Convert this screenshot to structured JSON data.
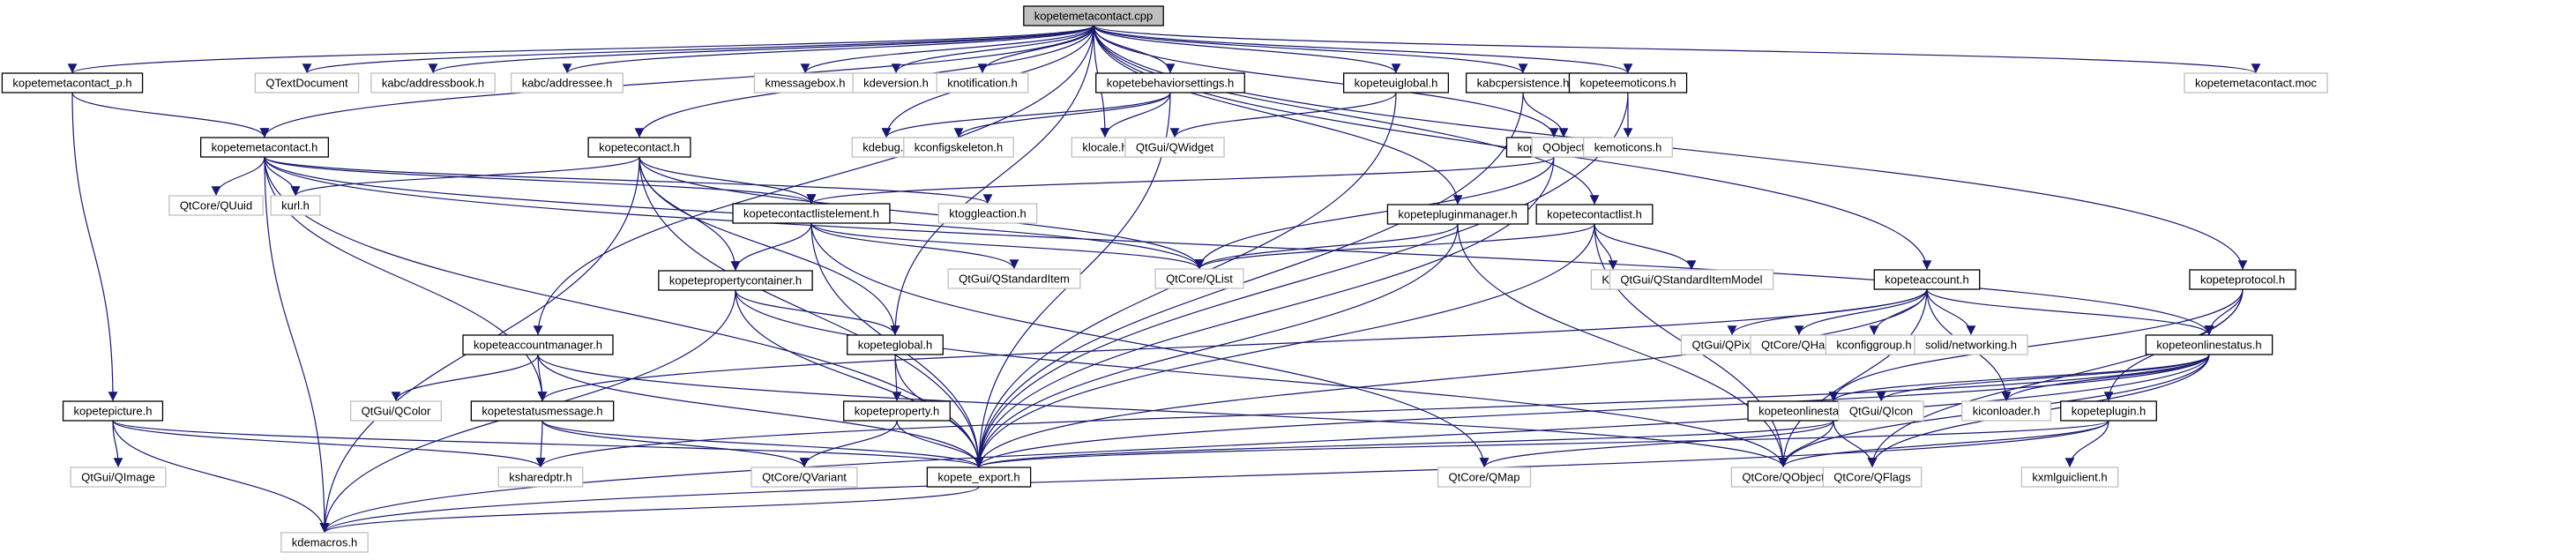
{
  "title": "kopetemetacontact.cpp include dependency graph",
  "colors": {
    "edge": "#191970",
    "root_fill": "#bfbfbf",
    "root_border": "#000000",
    "documented_border": "#000000",
    "external_border": "#bfbfbf",
    "node_fill": "#ffffff"
  },
  "nodes": [
    {
      "id": "root",
      "label": "kopetemetacontact.cpp",
      "kind": "root"
    },
    {
      "id": "mcp",
      "label": "kopetemetacontact_p.h",
      "kind": "doc"
    },
    {
      "id": "qtextdoc",
      "label": "QTextDocument",
      "kind": "ext"
    },
    {
      "id": "addressbook",
      "label": "kabc/addressbook.h",
      "kind": "ext"
    },
    {
      "id": "addressee",
      "label": "kabc/addressee.h",
      "kind": "ext"
    },
    {
      "id": "kmessagebox",
      "label": "kmessagebox.h",
      "kind": "ext"
    },
    {
      "id": "kdeversion",
      "label": "kdeversion.h",
      "kind": "ext"
    },
    {
      "id": "knotification",
      "label": "knotification.h",
      "kind": "ext"
    },
    {
      "id": "behavior",
      "label": "kopetebehaviorsettings.h",
      "kind": "doc"
    },
    {
      "id": "uiglobal",
      "label": "kopeteuiglobal.h",
      "kind": "doc"
    },
    {
      "id": "kabcpers",
      "label": "kabcpersistence.h",
      "kind": "doc"
    },
    {
      "id": "emoticons",
      "label": "kopeteemoticons.h",
      "kind": "doc"
    },
    {
      "id": "moc",
      "label": "kopetemetacontact.moc",
      "kind": "ext"
    },
    {
      "id": "mch",
      "label": "kopetemetacontact.h",
      "kind": "doc"
    },
    {
      "id": "contact",
      "label": "kopetecontact.h",
      "kind": "doc"
    },
    {
      "id": "kdebug",
      "label": "kdebug.h",
      "kind": "ext"
    },
    {
      "id": "kconfigskel",
      "label": "kconfigskeleton.h",
      "kind": "ext"
    },
    {
      "id": "klocale",
      "label": "klocale.h",
      "kind": "ext"
    },
    {
      "id": "qwidget",
      "label": "QtGui/QWidget",
      "kind": "ext"
    },
    {
      "id": "group",
      "label": "kopetegroup.h",
      "kind": "doc"
    },
    {
      "id": "qobjectplain",
      "label": "QObject",
      "kind": "ext"
    },
    {
      "id": "kemoticons",
      "label": "kemoticons.h",
      "kind": "ext"
    },
    {
      "id": "quuid",
      "label": "QtCore/QUuid",
      "kind": "ext"
    },
    {
      "id": "kurl",
      "label": "kurl.h",
      "kind": "ext"
    },
    {
      "id": "cle",
      "label": "kopetecontactlistelement.h",
      "kind": "doc"
    },
    {
      "id": "ktoggle",
      "label": "ktoggleaction.h",
      "kind": "ext"
    },
    {
      "id": "pluginmgr",
      "label": "kopetepluginmanager.h",
      "kind": "doc"
    },
    {
      "id": "contactlist",
      "label": "kopetecontactlist.h",
      "kind": "doc"
    },
    {
      "id": "propcont",
      "label": "kopetepropertycontainer.h",
      "kind": "doc"
    },
    {
      "id": "qstditem",
      "label": "QtGui/QStandardItem",
      "kind": "ext"
    },
    {
      "id": "qlist",
      "label": "QtCore/QList",
      "kind": "ext"
    },
    {
      "id": "kurlU",
      "label": "KUrl",
      "kind": "ext"
    },
    {
      "id": "qstdmodel",
      "label": "QtGui/QStandardItemModel",
      "kind": "ext"
    },
    {
      "id": "account",
      "label": "kopeteaccount.h",
      "kind": "doc"
    },
    {
      "id": "protocol",
      "label": "kopeteprotocol.h",
      "kind": "doc"
    },
    {
      "id": "accmgr",
      "label": "kopeteaccountmanager.h",
      "kind": "doc"
    },
    {
      "id": "kglobal",
      "label": "kopeteglobal.h",
      "kind": "doc"
    },
    {
      "id": "qpixmap",
      "label": "QtGui/QPixmap",
      "kind": "ext"
    },
    {
      "id": "qhash",
      "label": "QtCore/QHash",
      "kind": "ext"
    },
    {
      "id": "kconfiggroup",
      "label": "kconfiggroup.h",
      "kind": "ext"
    },
    {
      "id": "solid",
      "label": "solid/networking.h",
      "kind": "ext"
    },
    {
      "id": "onlinestatus",
      "label": "kopeteonlinestatus.h",
      "kind": "doc"
    },
    {
      "id": "picture",
      "label": "kopetepicture.h",
      "kind": "doc"
    },
    {
      "id": "qcolor",
      "label": "QtGui/QColor",
      "kind": "ext"
    },
    {
      "id": "statusmsg",
      "label": "kopetestatusmessage.h",
      "kind": "doc"
    },
    {
      "id": "property",
      "label": "kopeteproperty.h",
      "kind": "doc"
    },
    {
      "id": "osmgr",
      "label": "kopeteonlinestatusmanager.h",
      "kind": "doc"
    },
    {
      "id": "qicon",
      "label": "QtGui/QIcon",
      "kind": "ext"
    },
    {
      "id": "kiconloader",
      "label": "kiconloader.h",
      "kind": "ext"
    },
    {
      "id": "plugin",
      "label": "kopeteplugin.h",
      "kind": "doc"
    },
    {
      "id": "qimage",
      "label": "QtGui/QImage",
      "kind": "ext"
    },
    {
      "id": "ksharedptr",
      "label": "ksharedptr.h",
      "kind": "ext"
    },
    {
      "id": "qvariant",
      "label": "QtCore/QVariant",
      "kind": "ext"
    },
    {
      "id": "export",
      "label": "kopete_export.h",
      "kind": "doc"
    },
    {
      "id": "qmap",
      "label": "QtCore/QMap",
      "kind": "ext"
    },
    {
      "id": "qobject",
      "label": "QtCore/QObject",
      "kind": "ext"
    },
    {
      "id": "qflags",
      "label": "QtCore/QFlags",
      "kind": "ext"
    },
    {
      "id": "kxmlgui",
      "label": "kxmlguiclient.h",
      "kind": "ext"
    },
    {
      "id": "kdemacros",
      "label": "kdemacros.h",
      "kind": "ext"
    }
  ],
  "edges": [
    [
      "root",
      "mcp"
    ],
    [
      "root",
      "qtextdoc"
    ],
    [
      "root",
      "addressbook"
    ],
    [
      "root",
      "addressee"
    ],
    [
      "root",
      "kmessagebox"
    ],
    [
      "root",
      "kdeversion"
    ],
    [
      "root",
      "knotification"
    ],
    [
      "root",
      "behavior"
    ],
    [
      "root",
      "uiglobal"
    ],
    [
      "root",
      "kabcpers"
    ],
    [
      "root",
      "emoticons"
    ],
    [
      "root",
      "moc"
    ],
    [
      "root",
      "mch"
    ],
    [
      "root",
      "contact"
    ],
    [
      "root",
      "kdebug"
    ],
    [
      "root",
      "klocale"
    ],
    [
      "root",
      "group"
    ],
    [
      "root",
      "pluginmgr"
    ],
    [
      "root",
      "contactlist"
    ],
    [
      "root",
      "account"
    ],
    [
      "root",
      "protocol"
    ],
    [
      "root",
      "accmgr"
    ],
    [
      "root",
      "kglobal"
    ],
    [
      "mcp",
      "mch"
    ],
    [
      "mcp",
      "picture"
    ],
    [
      "behavior",
      "kdebug"
    ],
    [
      "behavior",
      "kconfigskel"
    ],
    [
      "behavior",
      "klocale"
    ],
    [
      "behavior",
      "export"
    ],
    [
      "uiglobal",
      "qwidget"
    ],
    [
      "uiglobal",
      "export"
    ],
    [
      "kabcpers",
      "qobjectplain"
    ],
    [
      "kabcpers",
      "export"
    ],
    [
      "emoticons",
      "kemoticons"
    ],
    [
      "emoticons",
      "export"
    ],
    [
      "mch",
      "quuid"
    ],
    [
      "mch",
      "kurl"
    ],
    [
      "mch",
      "cle"
    ],
    [
      "mch",
      "ktoggle"
    ],
    [
      "mch",
      "onlinestatus"
    ],
    [
      "mch",
      "statusmsg"
    ],
    [
      "mch",
      "export"
    ],
    [
      "mch",
      "kdemacros"
    ],
    [
      "mch",
      "qlist"
    ],
    [
      "contact",
      "kurl"
    ],
    [
      "contact",
      "cle"
    ],
    [
      "contact",
      "propcont"
    ],
    [
      "contact",
      "kglobal"
    ],
    [
      "contact",
      "export"
    ],
    [
      "contact",
      "kdemacros"
    ],
    [
      "contact",
      "qlist"
    ],
    [
      "group",
      "cle"
    ],
    [
      "group",
      "qlist"
    ],
    [
      "group",
      "export"
    ],
    [
      "cle",
      "propcont"
    ],
    [
      "cle",
      "qstditem"
    ],
    [
      "cle",
      "qlist"
    ],
    [
      "cle",
      "export"
    ],
    [
      "cle",
      "qmap"
    ],
    [
      "pluginmgr",
      "qlist"
    ],
    [
      "pluginmgr",
      "export"
    ],
    [
      "pluginmgr",
      "qobject"
    ],
    [
      "contactlist",
      "qlist"
    ],
    [
      "contactlist",
      "kurlU"
    ],
    [
      "contactlist",
      "qstdmodel"
    ],
    [
      "contactlist",
      "export"
    ],
    [
      "contactlist",
      "qobject"
    ],
    [
      "propcont",
      "kglobal"
    ],
    [
      "propcont",
      "export"
    ],
    [
      "propcont",
      "kdemacros"
    ],
    [
      "propcont",
      "qobject"
    ],
    [
      "account",
      "qpixmap"
    ],
    [
      "account",
      "qhash"
    ],
    [
      "account",
      "kconfiggroup"
    ],
    [
      "account",
      "solid"
    ],
    [
      "account",
      "onlinestatus"
    ],
    [
      "account",
      "statusmsg"
    ],
    [
      "account",
      "export"
    ],
    [
      "account",
      "kiconloader"
    ],
    [
      "account",
      "qobject"
    ],
    [
      "protocol",
      "onlinestatus"
    ],
    [
      "protocol",
      "plugin"
    ],
    [
      "protocol",
      "osmgr"
    ],
    [
      "protocol",
      "qflags"
    ],
    [
      "accmgr",
      "qcolor"
    ],
    [
      "accmgr",
      "statusmsg"
    ],
    [
      "accmgr",
      "export"
    ],
    [
      "accmgr",
      "qobject"
    ],
    [
      "kglobal",
      "property"
    ],
    [
      "kglobal",
      "export"
    ],
    [
      "onlinestatus",
      "qicon"
    ],
    [
      "onlinestatus",
      "kiconloader"
    ],
    [
      "onlinestatus",
      "export"
    ],
    [
      "onlinestatus",
      "qobject"
    ],
    [
      "onlinestatus",
      "qflags"
    ],
    [
      "onlinestatus",
      "kdemacros"
    ],
    [
      "onlinestatus",
      "ksharedptr"
    ],
    [
      "onlinestatus",
      "osmgr"
    ],
    [
      "picture",
      "qimage"
    ],
    [
      "picture",
      "ksharedptr"
    ],
    [
      "picture",
      "kdemacros"
    ],
    [
      "picture",
      "export"
    ],
    [
      "statusmsg",
      "ksharedptr"
    ],
    [
      "statusmsg",
      "qvariant"
    ],
    [
      "statusmsg",
      "export"
    ],
    [
      "property",
      "qvariant"
    ],
    [
      "property",
      "export"
    ],
    [
      "osmgr",
      "qobject"
    ],
    [
      "osmgr",
      "qflags"
    ],
    [
      "osmgr",
      "export"
    ],
    [
      "osmgr",
      "qmap"
    ],
    [
      "plugin",
      "kxmlgui"
    ],
    [
      "plugin",
      "qobject"
    ],
    [
      "plugin",
      "export"
    ],
    [
      "plugin",
      "kdemacros"
    ],
    [
      "export",
      "kdemacros"
    ]
  ]
}
